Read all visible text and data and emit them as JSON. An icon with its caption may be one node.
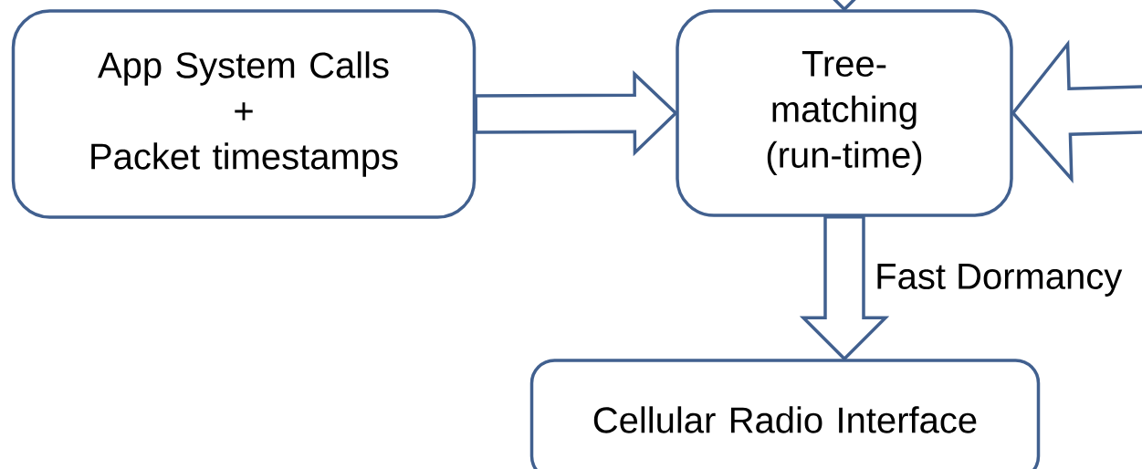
{
  "diagram": {
    "nodes": [
      {
        "text": [
          "App System Calls",
          "+",
          "Packet timestamps"
        ]
      },
      {
        "text": [
          "Tree-matching (run-time)"
        ]
      },
      {
        "text": [
          "Cellular Radio Interface"
        ]
      }
    ],
    "edges": [
      {
        "from": 0,
        "to": 1,
        "arrow": "to"
      },
      {
        "from": null,
        "to": 1,
        "arrow": "to"
      },
      {
        "from": null,
        "to": 1,
        "arrow": "to"
      },
      {
        "from": 1,
        "to": 2,
        "arrow": "to",
        "label": "Fast Dormancy"
      }
    ]
  }
}
